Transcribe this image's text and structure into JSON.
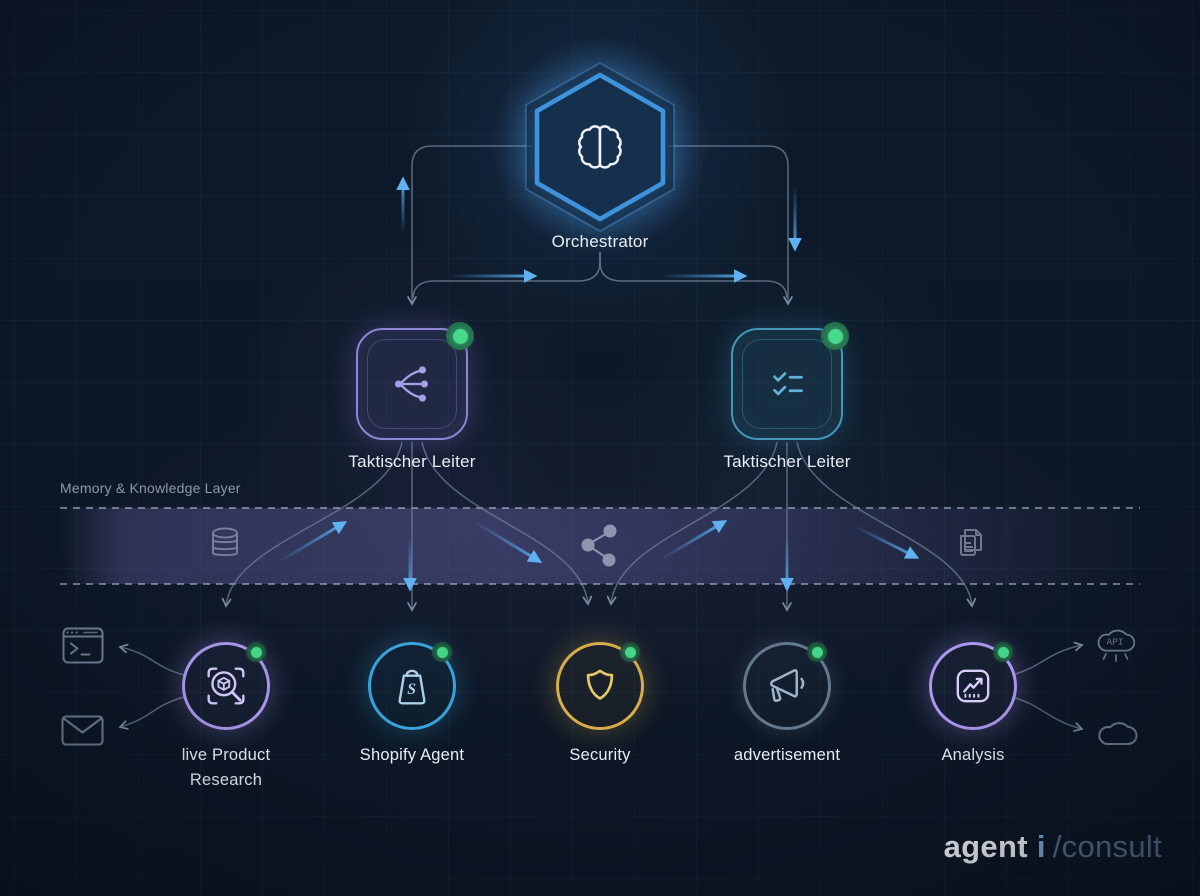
{
  "diagram": {
    "orchestrator": {
      "label": "Orchestrator",
      "icon": "brain-icon",
      "accent": "#3f93dc"
    },
    "coordinators": [
      {
        "label": "Taktischer Leiter",
        "icon": "branch-icon",
        "accent": "#8d85d6",
        "status": "online"
      },
      {
        "label": "Taktischer Leiter",
        "icon": "checklist-icon",
        "accent": "#4596b8",
        "status": "online"
      }
    ],
    "memory_layer": {
      "label": "Memory & Knowledge Layer",
      "icons": [
        "database-icon",
        "share-icon",
        "documents-icon"
      ]
    },
    "agents": [
      {
        "label": "live Product Research",
        "icon": "product-scan-icon",
        "accent": "#a795e8",
        "status": "online"
      },
      {
        "label": "Shopify Agent",
        "icon": "shopify-bag-icon",
        "icon_letter": "S",
        "accent": "#38a3da",
        "status": "online"
      },
      {
        "label": "Security",
        "icon": "shield-icon",
        "accent": "#d6ad4a",
        "status": "online"
      },
      {
        "label": "advertisement",
        "icon": "megaphone-icon",
        "accent": "#64788e",
        "status": "online"
      },
      {
        "label": "Analysis",
        "icon": "chart-icon",
        "accent": "#ab97ef",
        "status": "online"
      }
    ],
    "external": {
      "left_icons": [
        "terminal-icon",
        "mail-icon"
      ],
      "right_icons": [
        "api-cloud-icon",
        "cloud-icon"
      ],
      "api_label": "API"
    },
    "status_color": "#46d98a",
    "arrow_color": "#55aaea",
    "logo": {
      "part1": "agent",
      "part2": "i",
      "part3": "/consult"
    }
  }
}
